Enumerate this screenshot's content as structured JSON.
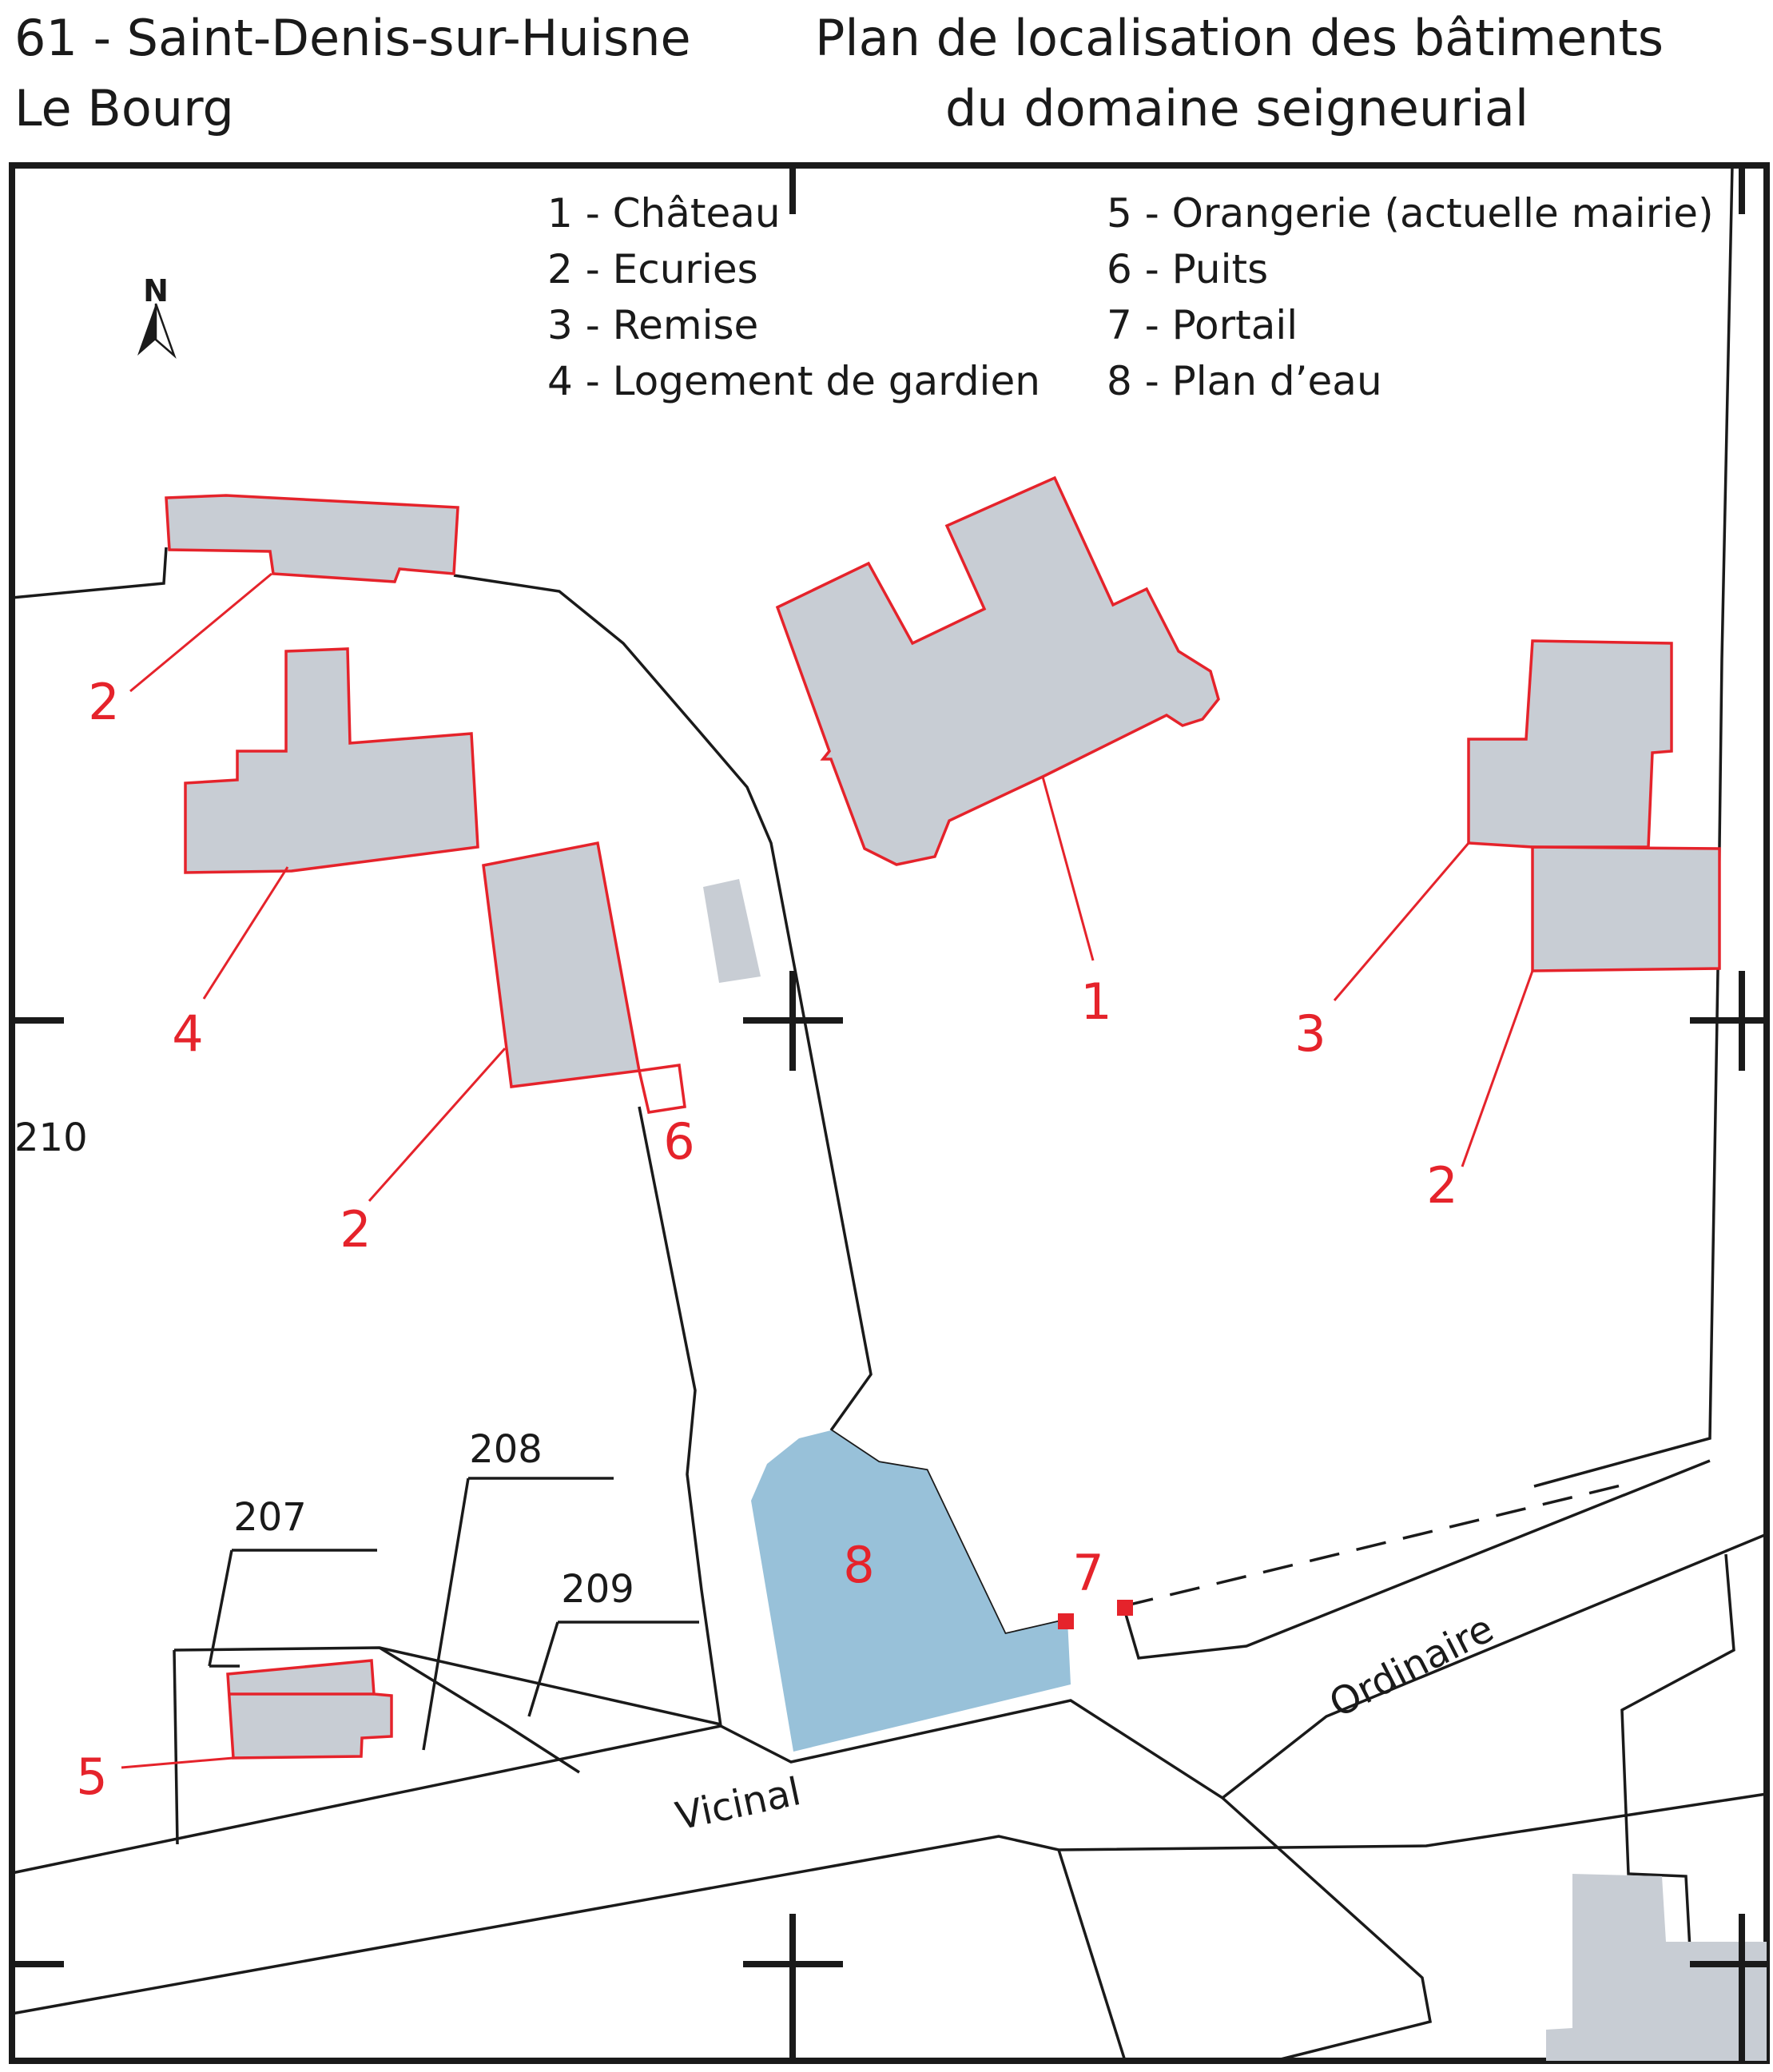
{
  "header": {
    "commune": "61 - Saint-Denis-sur-Huisne",
    "lieu": "Le Bourg",
    "title_line1": "Plan de localisation des bâtiments",
    "title_line2": "du domaine seigneurial"
  },
  "legend": [
    "1 - Château",
    "2 - Ecuries",
    "3 - Remise",
    "4 - Logement de gardien",
    "5 - Orangerie (actuelle mairie)",
    "6 - Puits",
    "7 - Portail",
    "8 - Plan d’eau"
  ],
  "north_label": "N",
  "building_labels": {
    "ecuries_nw": "2",
    "logement": "4",
    "ecuries_w": "2",
    "puits": "6",
    "chateau": "1",
    "remise": "3",
    "ecuries_e": "2",
    "plan_eau": "8",
    "portail": "7",
    "orangerie": "5"
  },
  "parcels": {
    "p210": "210",
    "p208": "208",
    "p207": "207",
    "p209": "209"
  },
  "roads": {
    "vicinal": "Vicinal",
    "ordinaire": "Ordinaire"
  },
  "colors": {
    "building_fill": "#c8cdd4",
    "building_outline": "#e5232b",
    "water": "#98c1d9",
    "line": "#1a1a1a",
    "label_red": "#e5232b"
  }
}
